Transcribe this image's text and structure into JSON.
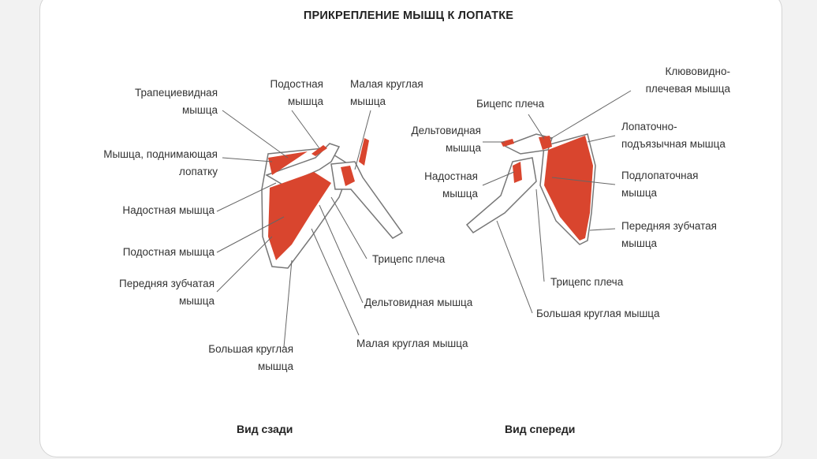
{
  "title": "ПРИКРЕПЛЕНИЕ МЫШЦ К ЛОПАТКЕ",
  "colors": {
    "muscle": "#d9452e",
    "outline": "#777777",
    "leader": "#666666"
  },
  "back_view": {
    "caption": "Вид сзади",
    "labels": {
      "trapezius": [
        "Трапециевидная",
        "мышца"
      ],
      "levator_scapulae": [
        "Мышца, поднимающая",
        "лопатку"
      ],
      "supraspinatus": "Надостная мышца",
      "infraspinatus_left": "Подостная мышца",
      "serratus_anterior": [
        "Передняя зубчатая",
        "мышца"
      ],
      "teres_major": [
        "Большая круглая",
        "мышца"
      ],
      "infraspinatus_top": [
        "Подостная",
        "мышца"
      ],
      "teres_minor_top": [
        "Малая круглая",
        "мышца"
      ],
      "triceps": "Трицепс плеча",
      "deltoid": "Дельтовидная мышца",
      "teres_minor_bottom": "Малая круглая мышца"
    }
  },
  "front_view": {
    "caption": "Вид спереди",
    "labels": {
      "coracobrachialis": [
        "Клювовидно-",
        "плечевая мышца"
      ],
      "biceps": "Бицепс плеча",
      "deltoid": [
        "Дельтовидная",
        "мышца"
      ],
      "supraspinatus": [
        "Надостная",
        "мышца"
      ],
      "omohyoid": [
        "Лопаточно-",
        "подъязычная мышца"
      ],
      "subscapularis": [
        "Подлопаточная",
        "мышца"
      ],
      "serratus_anterior": [
        "Передняя зубчатая",
        "мышца"
      ],
      "triceps": "Трицепс плеча",
      "teres_major": "Большая круглая мышца"
    }
  }
}
